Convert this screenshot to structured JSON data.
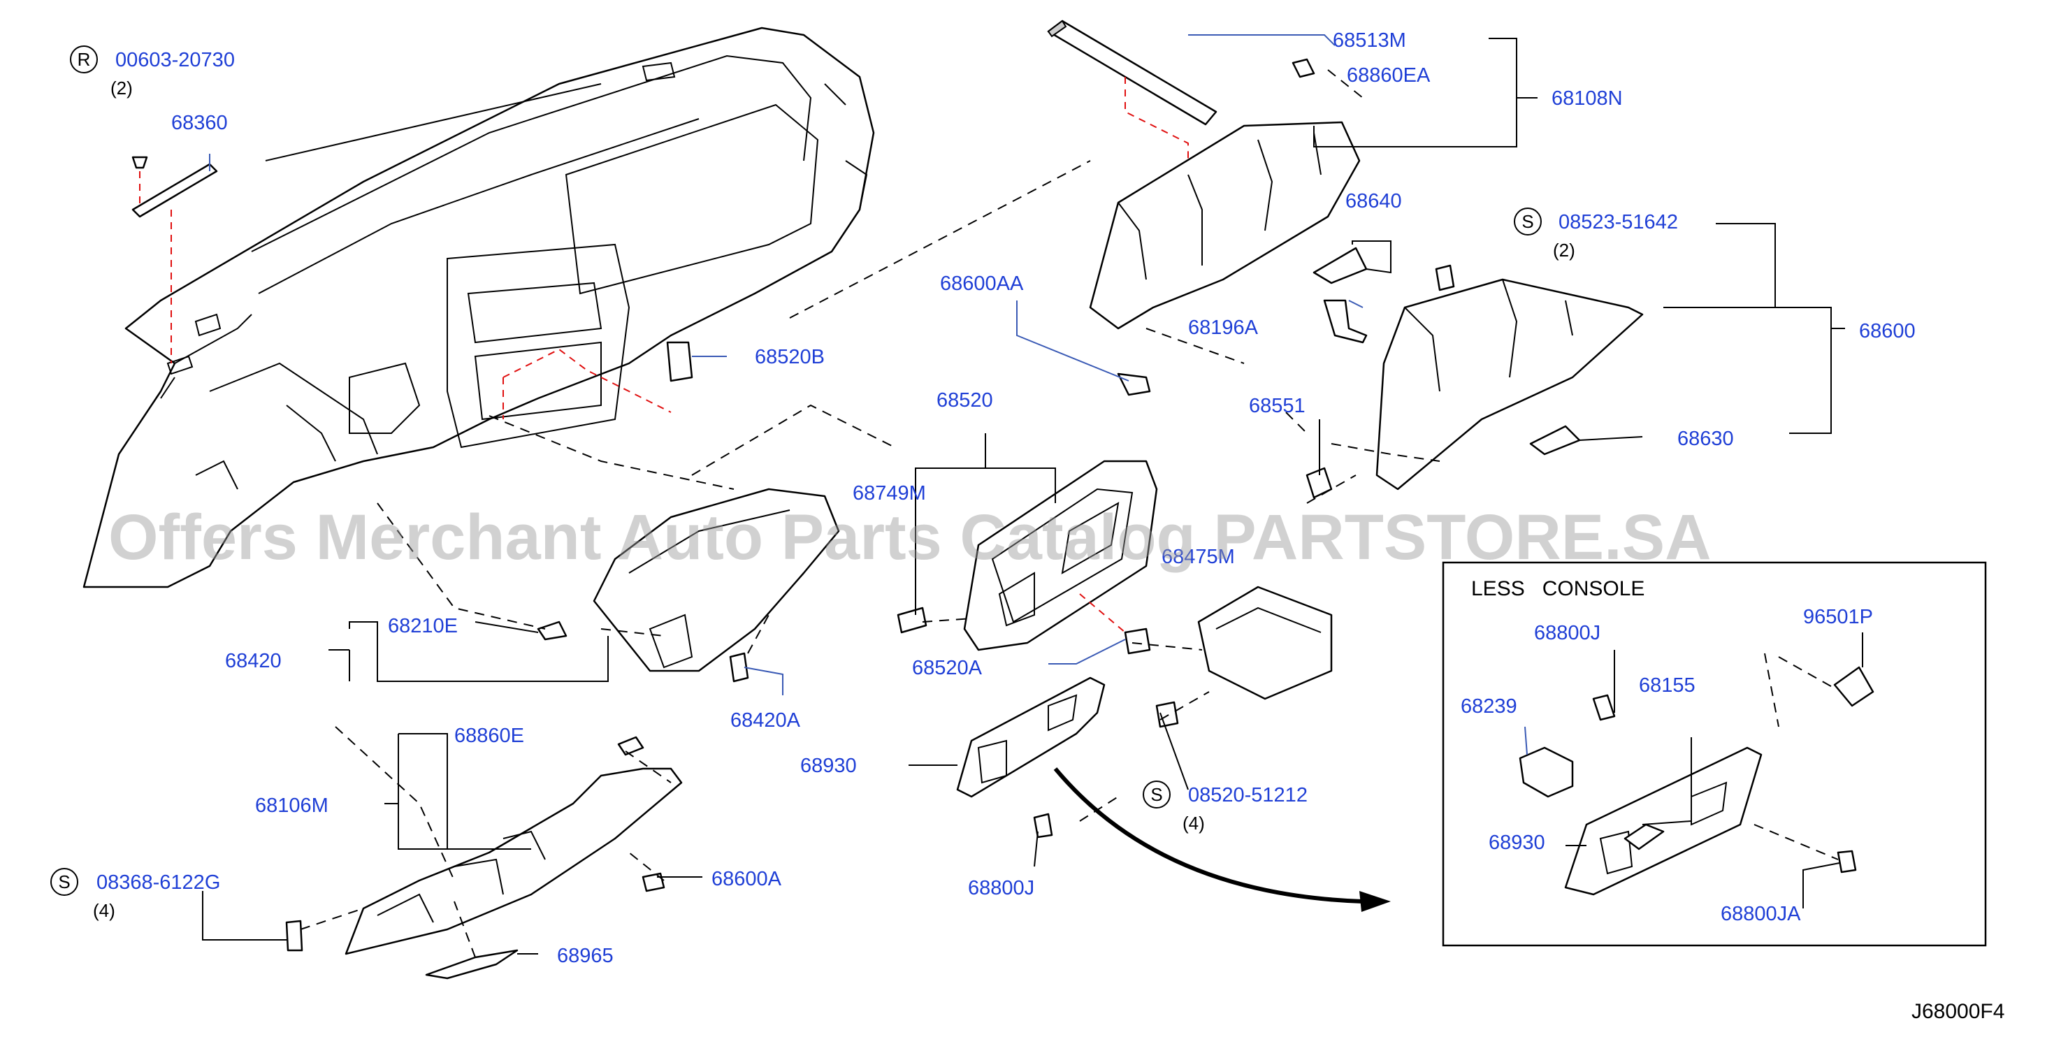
{
  "diagram": {
    "code": "J68000F4",
    "watermark": "Offers Merchant Auto Parts Catalog PARTSTORE.SA",
    "inset_title": "LESS   CONSOLE",
    "parts": [
      {
        "id": "00603-20730",
        "prefix": "R",
        "qty": "(2)"
      },
      {
        "id": "68360"
      },
      {
        "id": "68520B"
      },
      {
        "id": "68513M"
      },
      {
        "id": "68860EA"
      },
      {
        "id": "68108N"
      },
      {
        "id": "68640"
      },
      {
        "id": "68196A"
      },
      {
        "id": "68600AA"
      },
      {
        "id": "08523-51642",
        "prefix": "S",
        "qty": "(2)"
      },
      {
        "id": "68600"
      },
      {
        "id": "68630"
      },
      {
        "id": "68551"
      },
      {
        "id": "68520"
      },
      {
        "id": "68749M"
      },
      {
        "id": "68475M"
      },
      {
        "id": "68520A"
      },
      {
        "id": "68210E"
      },
      {
        "id": "68420"
      },
      {
        "id": "68420A"
      },
      {
        "id": "68860E"
      },
      {
        "id": "68106M"
      },
      {
        "id": "68600A"
      },
      {
        "id": "08368-6122G",
        "prefix": "S",
        "qty": "(4)"
      },
      {
        "id": "68965"
      },
      {
        "id": "68930"
      },
      {
        "id": "68800J"
      },
      {
        "id": "08520-51212",
        "prefix": "S",
        "qty": "(4)"
      },
      {
        "id": "68800J"
      },
      {
        "id": "96501P"
      },
      {
        "id": "68155"
      },
      {
        "id": "68239"
      },
      {
        "id": "68930"
      },
      {
        "id": "68800JA"
      }
    ]
  }
}
